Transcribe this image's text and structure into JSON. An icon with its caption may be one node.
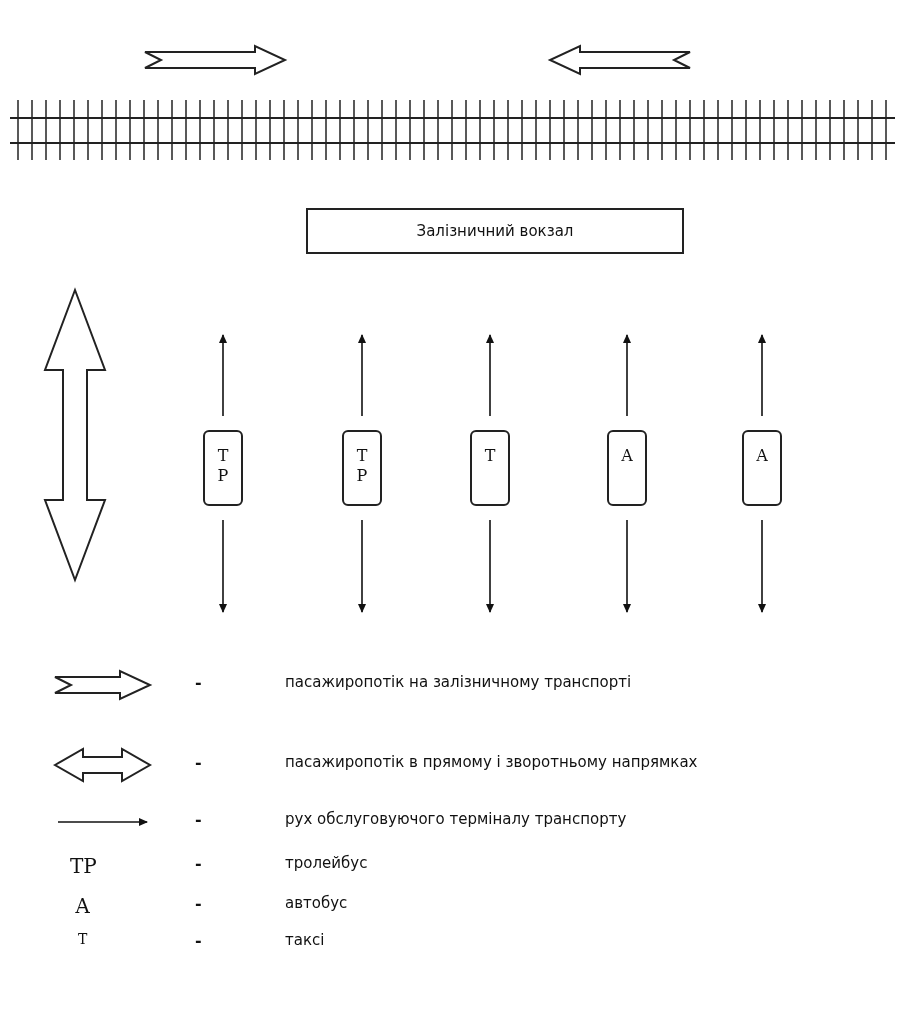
{
  "diagram": {
    "nodes": [
      {
        "text": [
          "Залізничний вокзал"
        ]
      },
      {
        "text": [
          "Т Р"
        ]
      },
      {
        "text": [
          "Т Р"
        ]
      },
      {
        "text": [
          "Т"
        ]
      },
      {
        "text": [
          "А"
        ]
      },
      {
        "text": [
          "А"
        ]
      }
    ],
    "edges": [
      {
        "from": 1,
        "to": null,
        "arrow": "to"
      },
      {
        "from": 1,
        "to": null,
        "arrow": "to"
      },
      {
        "from": 2,
        "to": null,
        "arrow": "to"
      },
      {
        "from": 2,
        "to": null,
        "arrow": "to"
      },
      {
        "from": 3,
        "to": null,
        "arrow": "to"
      },
      {
        "from": 3,
        "to": null,
        "arrow": "to"
      },
      {
        "from": 4,
        "to": null,
        "arrow": "to"
      },
      {
        "from": 4,
        "to": null,
        "arrow": "to"
      },
      {
        "from": 5,
        "to": null,
        "arrow": "to"
      },
      {
        "from": 5,
        "to": null,
        "arrow": "to"
      }
    ],
    "labels": [
      "-",
      "-",
      "-",
      "ТР",
      "-",
      "А",
      "-",
      "Т",
      "-"
    ],
    "legend": [
      {
        "text": "пасажиропотік на залізничному транспорті"
      },
      {
        "text": "пасажиропотік в прямому і зворотньому напрямках"
      },
      {
        "text": "рух обслуговуючого терміналу транспорту"
      },
      {
        "text": "тролейбус"
      },
      {
        "text": "автобус"
      },
      {
        "text": "таксі"
      }
    ]
  }
}
